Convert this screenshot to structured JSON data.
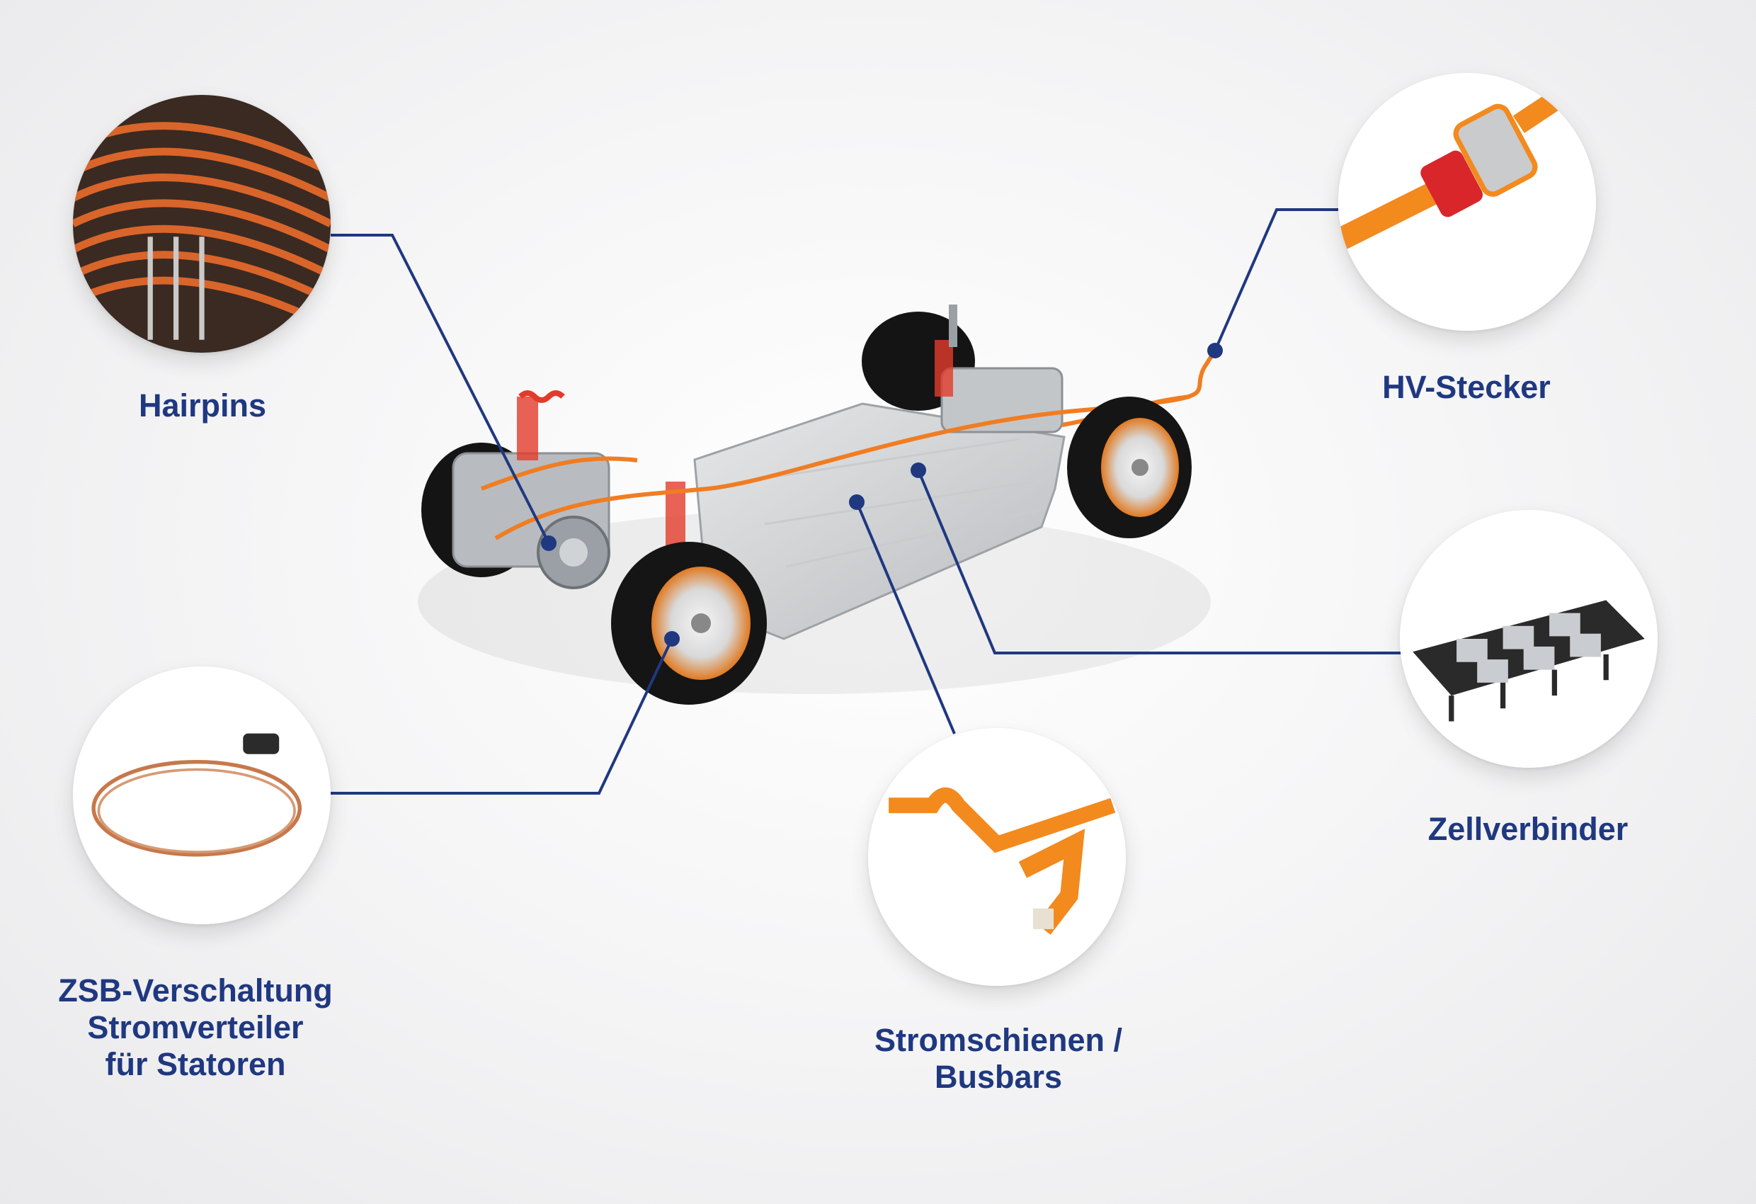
{
  "callouts": {
    "hairpins": {
      "label": "Hairpins"
    },
    "hv_stecker": {
      "label": "HV-Stecker"
    },
    "zellverbinder": {
      "label": "Zellverbinder"
    },
    "busbars": {
      "line1": "Stromschienen /",
      "line2": "Busbars"
    },
    "zsb": {
      "line1": "ZSB-Verschaltung",
      "line2": "Stromverteiler",
      "line3": "für Statoren"
    }
  },
  "colors": {
    "label": "#1f3880",
    "leader_line": "#1f3880",
    "copper": "#e8641e",
    "hv_orange": "#f28a1e"
  }
}
